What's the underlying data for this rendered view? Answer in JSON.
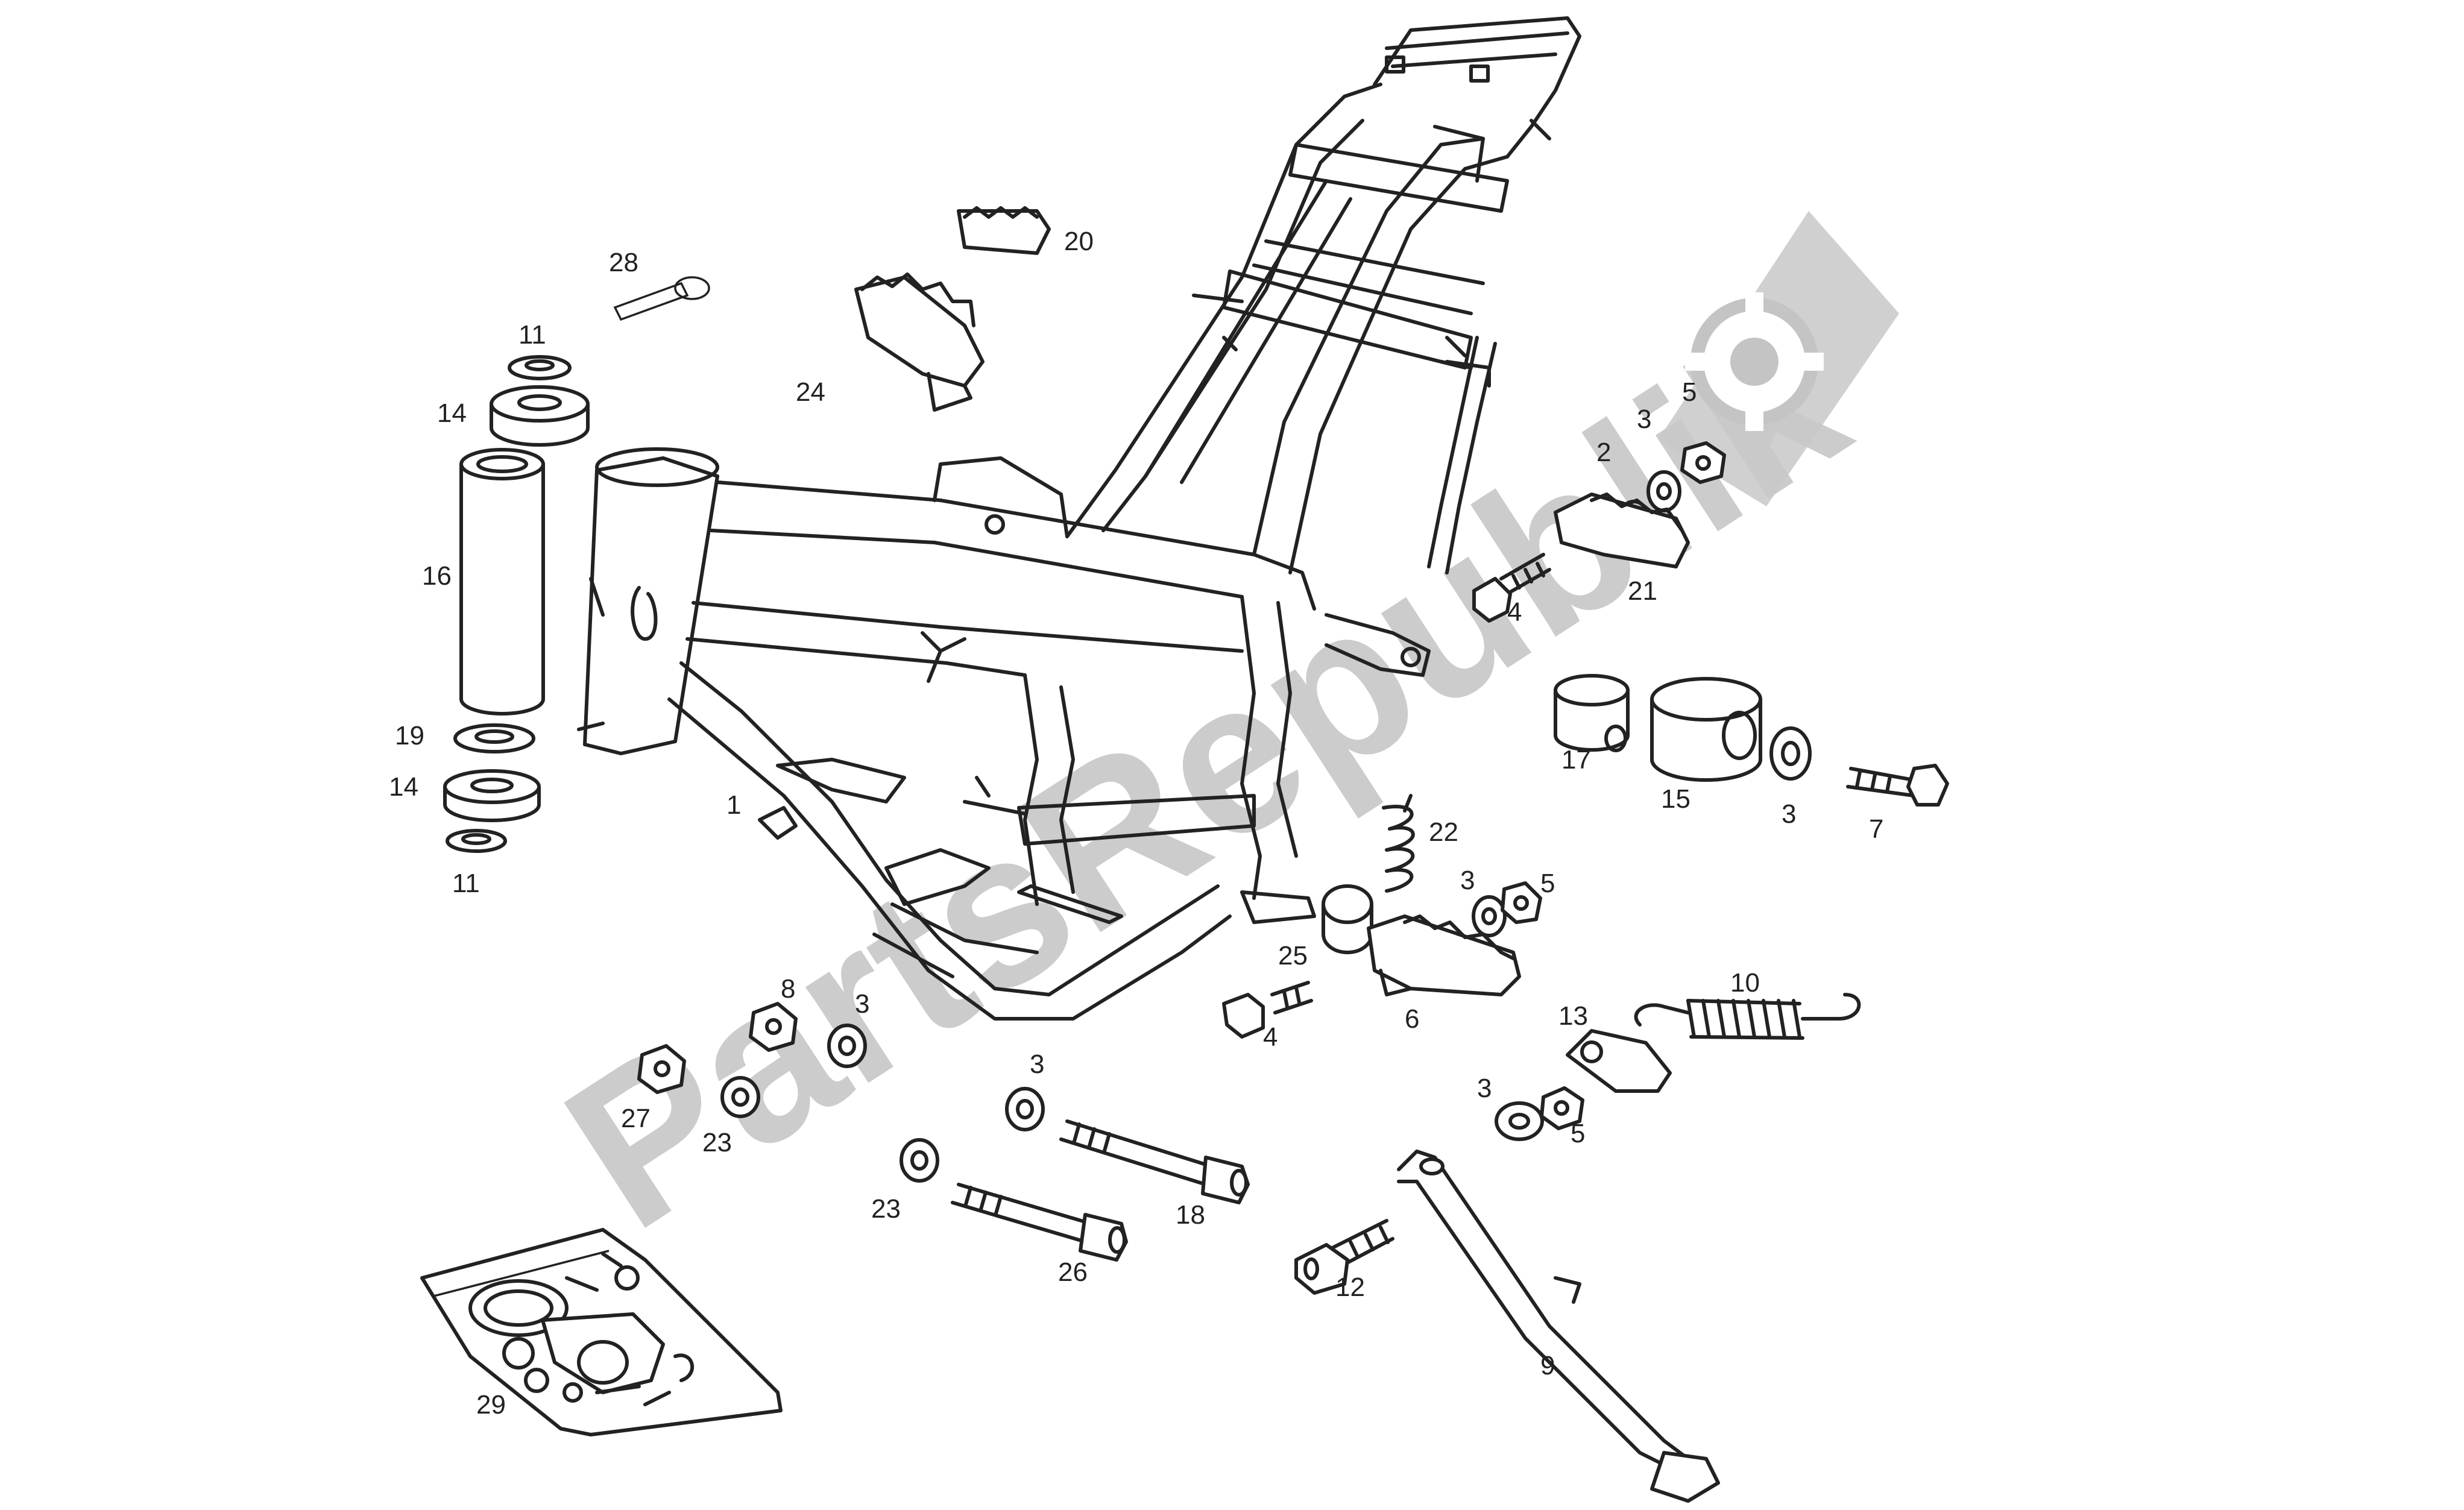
{
  "watermark": {
    "text": "PartsRepublik",
    "icon": "gear-icon",
    "color": "#c4c4c4"
  },
  "ink_color": "#222222",
  "callouts": [
    "1",
    "2",
    "3",
    "3",
    "3",
    "3",
    "3",
    "3",
    "4",
    "4",
    "5",
    "5",
    "5",
    "6",
    "7",
    "8",
    "9",
    "10",
    "11",
    "11",
    "12",
    "13",
    "14",
    "14",
    "15",
    "16",
    "17",
    "18",
    "19",
    "20",
    "21",
    "22",
    "23",
    "23",
    "24",
    "25",
    "26",
    "27",
    "28",
    "29"
  ]
}
